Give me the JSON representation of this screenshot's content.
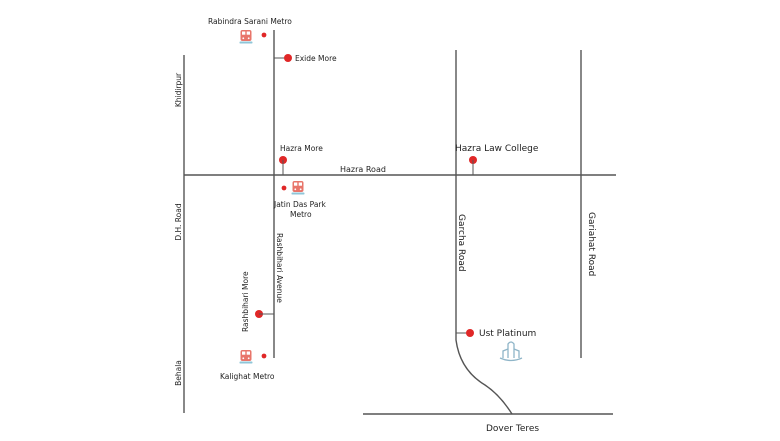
{
  "colors": {
    "road": "#555555",
    "pin": "#e02727",
    "metro_icon": "#e8756a",
    "building_icon": "#8fb5c8"
  },
  "roads": {
    "hazra_road": "Hazra Road",
    "dh_road": "D.H. Road",
    "khidirpur": "Khidirpur",
    "behala": "Behala",
    "rashbihari_avenue": "Rashbihari Avenue",
    "garcha_road": "Garcha Road",
    "gariahat_road": "Gariahat Road",
    "dover_teres": "Dover Teres"
  },
  "landmarks": {
    "rabindra_sarani_metro": "Rabindra Sarani Metro",
    "exide_more": "Exide More",
    "hazra_more": "Hazra More",
    "jatin_das_park_metro_line1": "Jatin Das Park",
    "jatin_das_park_metro_line2": "Metro",
    "rashbihari_more": "Rashbihari More",
    "kalighat_metro": "Kalighat Metro",
    "hazra_law_college": "Hazra Law College",
    "ust_platinum": "Ust Platinum"
  },
  "icons": {
    "metro": "metro-train-icon",
    "property": "building-icon"
  }
}
